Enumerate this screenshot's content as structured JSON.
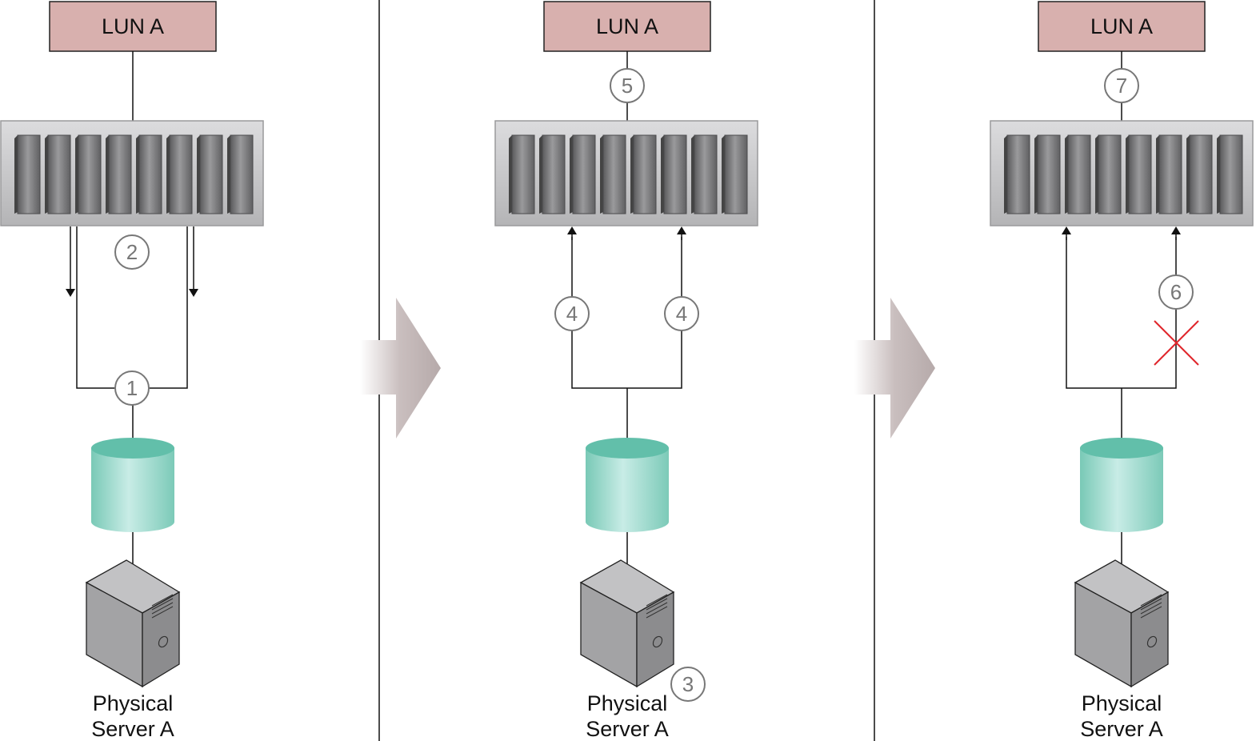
{
  "panels": [
    {
      "lun_label": "LUN A",
      "server_label_line1": "Physical",
      "server_label_line2": "Server A",
      "steps": [
        "1",
        "2"
      ]
    },
    {
      "lun_label": "LUN A",
      "server_label_line1": "Physical",
      "server_label_line2": "Server A",
      "steps": [
        "3",
        "4",
        "4",
        "5"
      ]
    },
    {
      "lun_label": "LUN A",
      "server_label_line1": "Physical",
      "server_label_line2": "Server A",
      "steps": [
        "6",
        "7"
      ]
    }
  ],
  "colors": {
    "lun_fill": "#d8b0ae",
    "disk_fill": "#8fd4c5",
    "switch_fill": "#c6c6c8",
    "server_fill": "#a9a9ab",
    "arrow_fill": "#bdb1b1",
    "failure_mark": "#e0262b",
    "step_circle": "#777777"
  }
}
